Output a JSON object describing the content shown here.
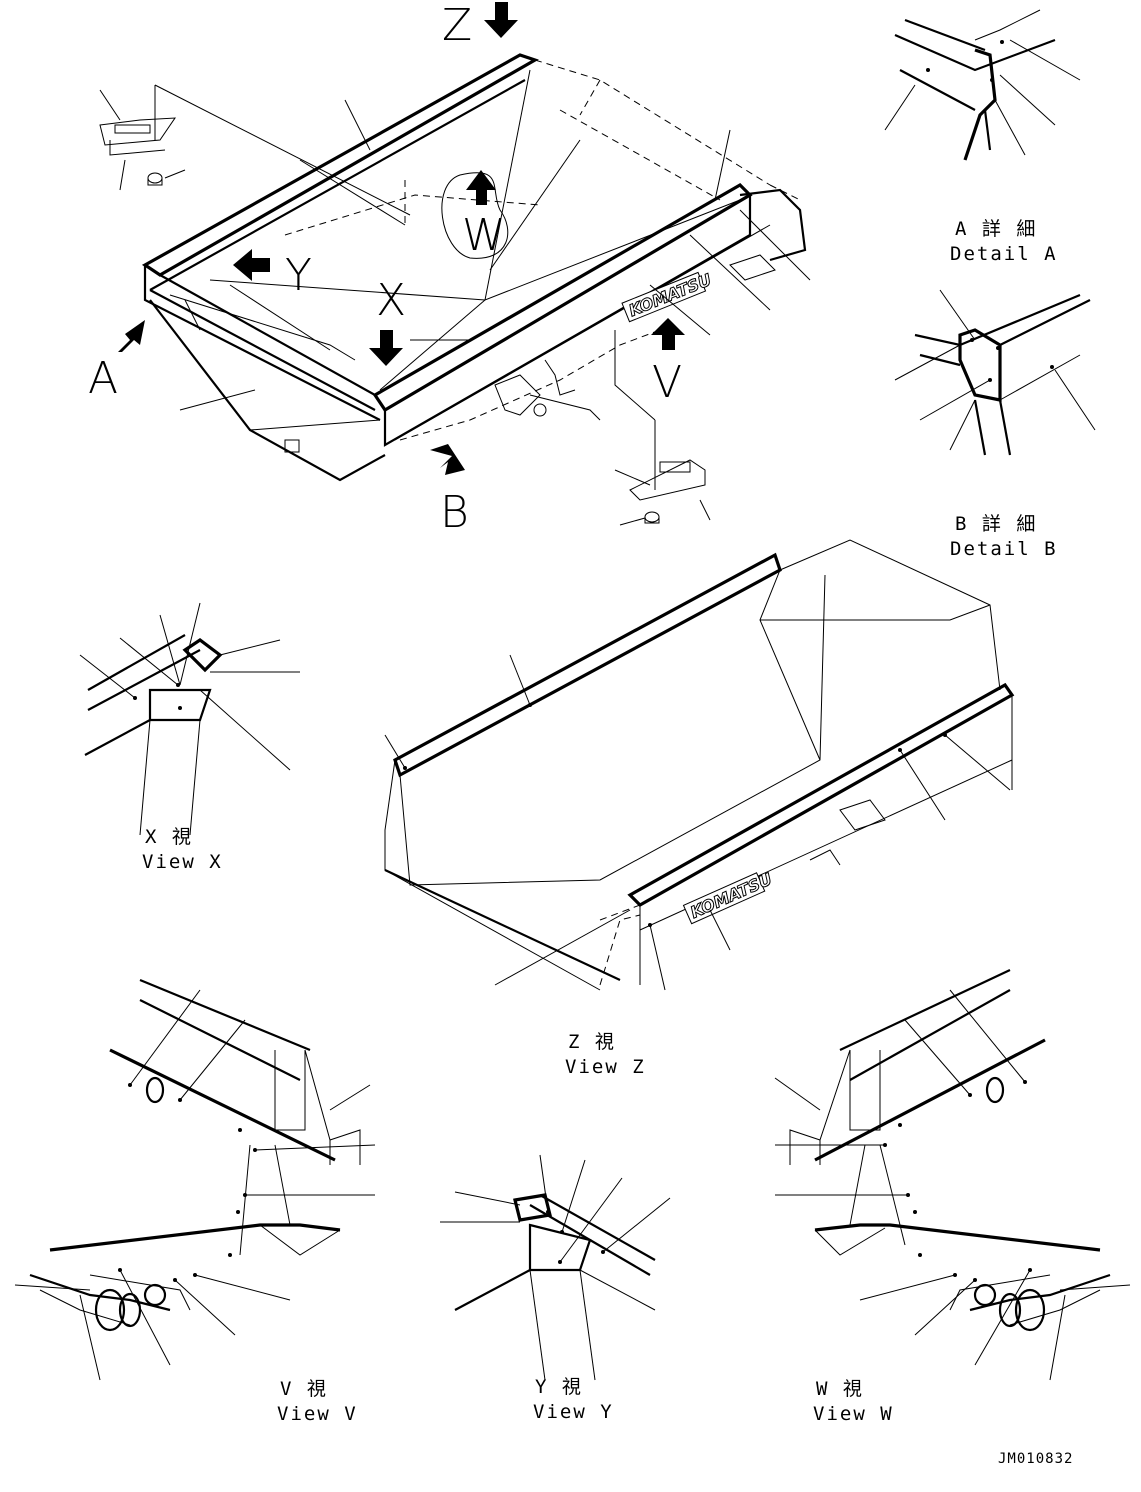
{
  "drawing_code": "JM010832",
  "brand_logo": "KOMATSU",
  "arrow_labels": {
    "z": "Z",
    "w": "W",
    "y": "Y",
    "x": "X",
    "a": "A",
    "b": "B",
    "v": "V"
  },
  "details": {
    "detail_a": {
      "jp": "A 詳 細",
      "en": "Detail A"
    },
    "detail_b": {
      "jp": "B 詳 細",
      "en": "Detail B"
    }
  },
  "views": {
    "view_x": {
      "jp": "X   視",
      "en": "View X"
    },
    "view_z": {
      "jp": "Z   視",
      "en": "View Z"
    },
    "view_v": {
      "jp": "V   視",
      "en": "View V"
    },
    "view_y": {
      "jp": "Y   視",
      "en": "View Y"
    },
    "view_w": {
      "jp": "W   視",
      "en": "View W"
    }
  },
  "colors": {
    "ink": "#000000",
    "paper": "#ffffff"
  }
}
